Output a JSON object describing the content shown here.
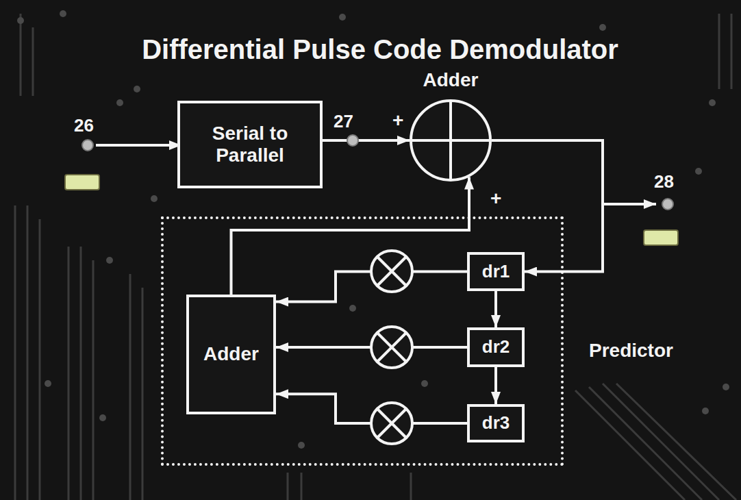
{
  "diagram": {
    "title": "Differential Pulse Code Demodulator",
    "nodes": [
      {
        "text": [
          "Serial to Parallel"
        ]
      },
      {
        "text": [
          "Adder"
        ]
      },
      {
        "text": [
          "Predictor"
        ]
      },
      {
        "text": [
          "dr1"
        ],
        "in": 2
      },
      {
        "text": [
          "Adder"
        ],
        "in": 2
      },
      {
        "text": [
          "dr2"
        ],
        "in": 2
      },
      {
        "text": [
          "dr3"
        ],
        "in": 2
      }
    ],
    "edges": [
      {
        "from": 0,
        "to": 1,
        "arrow": "to"
      },
      {
        "from": 1,
        "to": 3,
        "arrow": "to"
      },
      {
        "from": 3,
        "to": 5,
        "arrow": "to"
      },
      {
        "from": 5,
        "to": 6,
        "arrow": "to"
      },
      {
        "from": 3,
        "to": 4,
        "arrow": "to"
      },
      {
        "from": 5,
        "to": 4,
        "arrow": "to"
      },
      {
        "from": 6,
        "to": 4,
        "arrow": "to"
      },
      {
        "from": 4,
        "to": 1,
        "arrow": "to"
      }
    ],
    "labels": [
      "26",
      "27",
      "28",
      "+",
      "+"
    ]
  }
}
